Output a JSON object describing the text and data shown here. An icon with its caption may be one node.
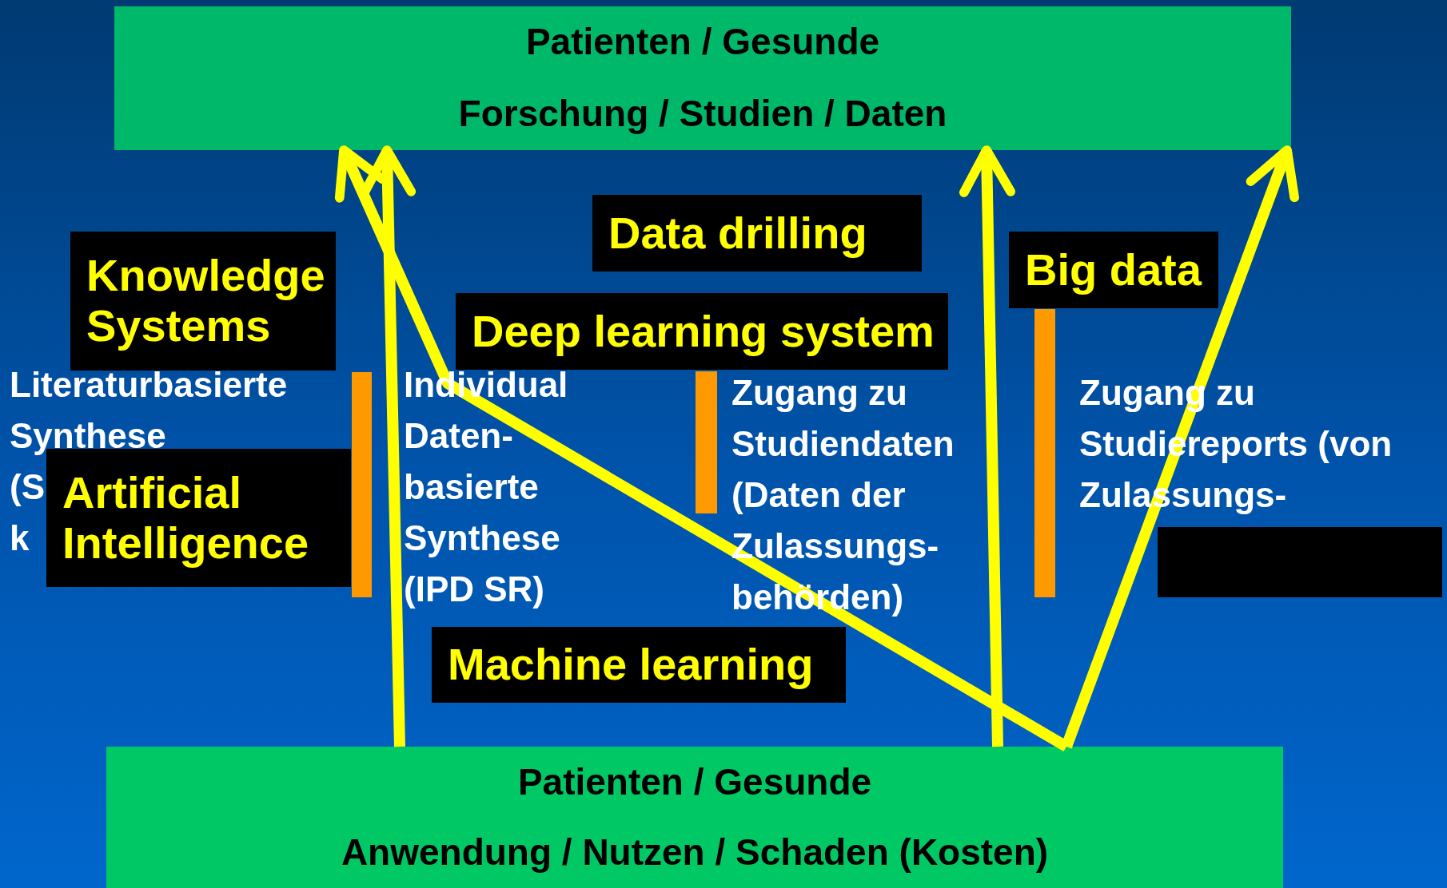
{
  "diagram": {
    "nodes": [
      {
        "text": [
          "Patienten / Gesunde",
          "Forschung / Studien / Daten"
        ]
      },
      {
        "text": [
          "Knowledge Systems"
        ]
      },
      {
        "text": [
          "Data drilling"
        ]
      },
      {
        "text": [
          "Big data"
        ]
      },
      {
        "text": [
          "Deep learning system"
        ]
      },
      {
        "text": [
          "Artificial Intelligence"
        ]
      },
      {
        "text": [],
        "shape": "box"
      },
      {
        "text": [
          "Machine learning"
        ]
      },
      {
        "text": [
          "Patienten / Gesunde",
          "Anwendung / Nutzen / Schaden (Kosten)"
        ]
      },
      {
        "text": [],
        "shape": "bar"
      },
      {
        "text": [],
        "shape": "bar"
      },
      {
        "text": [],
        "shape": "bar"
      }
    ],
    "edges": [
      {
        "from": 8,
        "to": 0,
        "arrow": "to"
      },
      {
        "from": 8,
        "to": 0,
        "arrow": "to"
      },
      {
        "from": 8,
        "to": 0,
        "arrow": "to"
      },
      {
        "from": 8,
        "to": 0,
        "arrow": "to"
      }
    ],
    "labels": [
      "Literaturbasierte Synthese",
      "(S",
      "k",
      "Individual Daten- basierte Synthese (IPD SR)",
      "Zugang zu Studiendaten (Daten der Zulassungs- behörden)",
      "Zugang zu Studiereports (von Zulassungs-"
    ]
  }
}
